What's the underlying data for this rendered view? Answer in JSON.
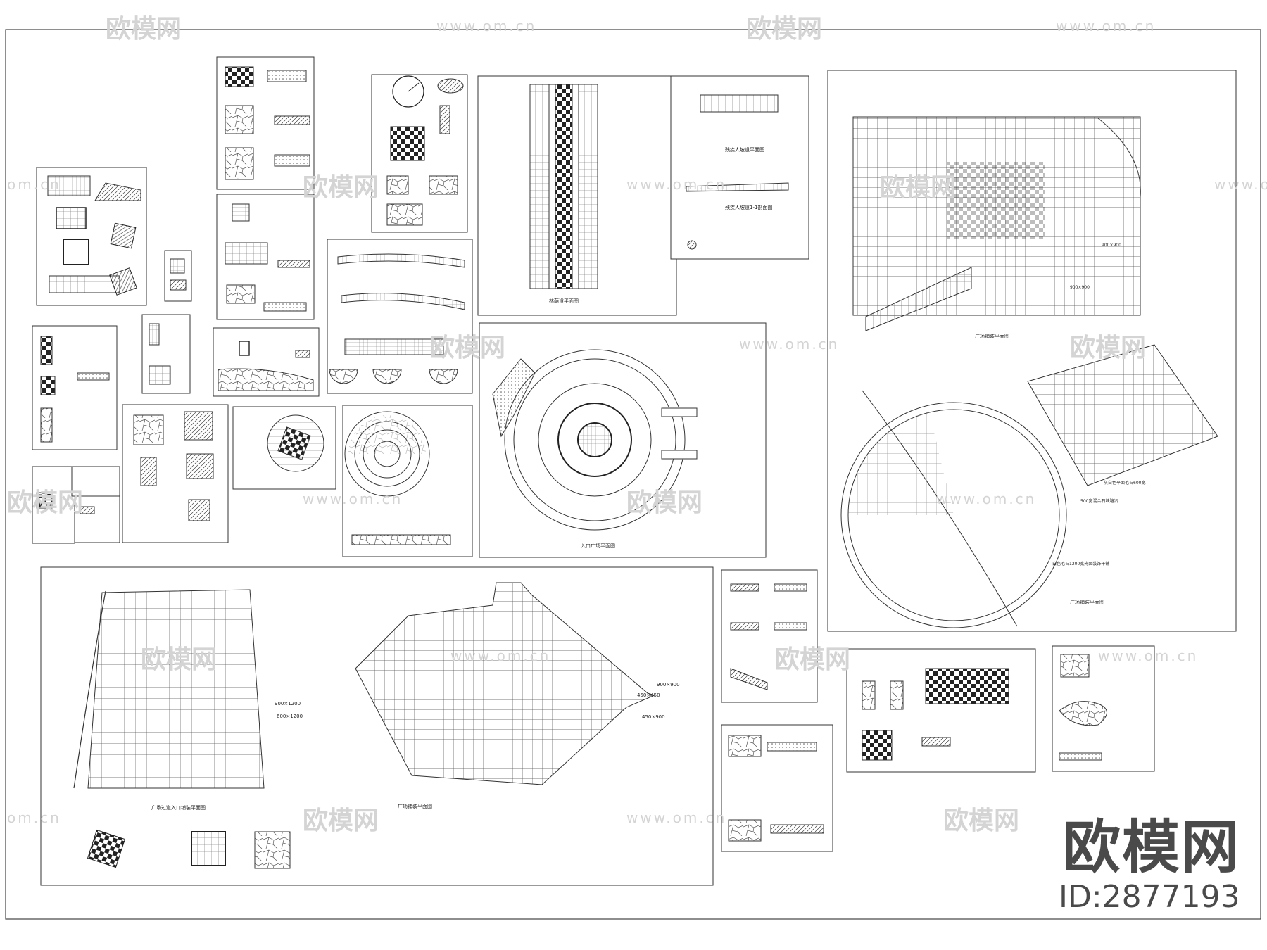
{
  "watermark": {
    "brand": "欧模网",
    "url": "www.om.cn",
    "short": "om.cn"
  },
  "brand": {
    "name": "欧模网",
    "id": "ID:2877193"
  },
  "labels": {
    "plan_walkway": "林荫道平面图",
    "plan_ramp": "残疾人坡道平面图",
    "section_ramp": "残疾人坡道1-1剖面图",
    "plan_plaza_top": "广场铺装平面图",
    "plan_plaza_bottom": "广场铺装平面图",
    "plan_entrance": "入口广场平面图",
    "plan_left_bottom": "广场过道入口铺装平面图",
    "plan_center_bottom": "广场铺装平面图",
    "note_500": "500宽混合石块路沿",
    "note_1200": "白色毛石1200宽光面装饰平铺",
    "note_600": "灰白色平面毛石600宽",
    "size_900": "900×900",
    "size_900b": "900×900",
    "size_900x1200": "900×1200",
    "size_600x1200": "600×1200",
    "size_450x450": "450×450",
    "size_450x900": "450×900",
    "size_900c": "900×900"
  }
}
